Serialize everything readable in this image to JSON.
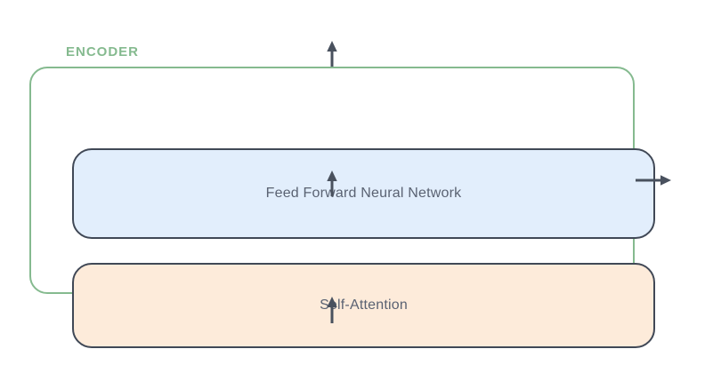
{
  "diagram": {
    "title": "ENCODER",
    "blocks": [
      {
        "id": "feed-forward",
        "label": "Feed Forward Neural Network",
        "fill": "#e2eefc"
      },
      {
        "id": "self-attention",
        "label": "Self-Attention",
        "fill": "#fdebda"
      }
    ],
    "arrows": [
      {
        "name": "input-arrow",
        "direction": "up",
        "from": "below encoder",
        "to": "encoder bottom edge"
      },
      {
        "name": "attention-to-ffnn-arrow",
        "direction": "up",
        "from": "self-attention block",
        "to": "feed-forward block"
      },
      {
        "name": "output-top-arrow",
        "direction": "up",
        "from": "encoder top edge",
        "to": "above encoder"
      },
      {
        "name": "output-right-arrow",
        "direction": "right",
        "from": "encoder right edge",
        "to": "outside encoder"
      }
    ],
    "colors": {
      "background": "#ffffff",
      "encoder_border": "#85ba8f",
      "encoder_label": "#85ba8f",
      "ffnn_fill": "#e2eefc",
      "attention_fill": "#fdebda",
      "block_border": "#404856",
      "arrow": "#49515e",
      "text": "#5a6272"
    }
  }
}
